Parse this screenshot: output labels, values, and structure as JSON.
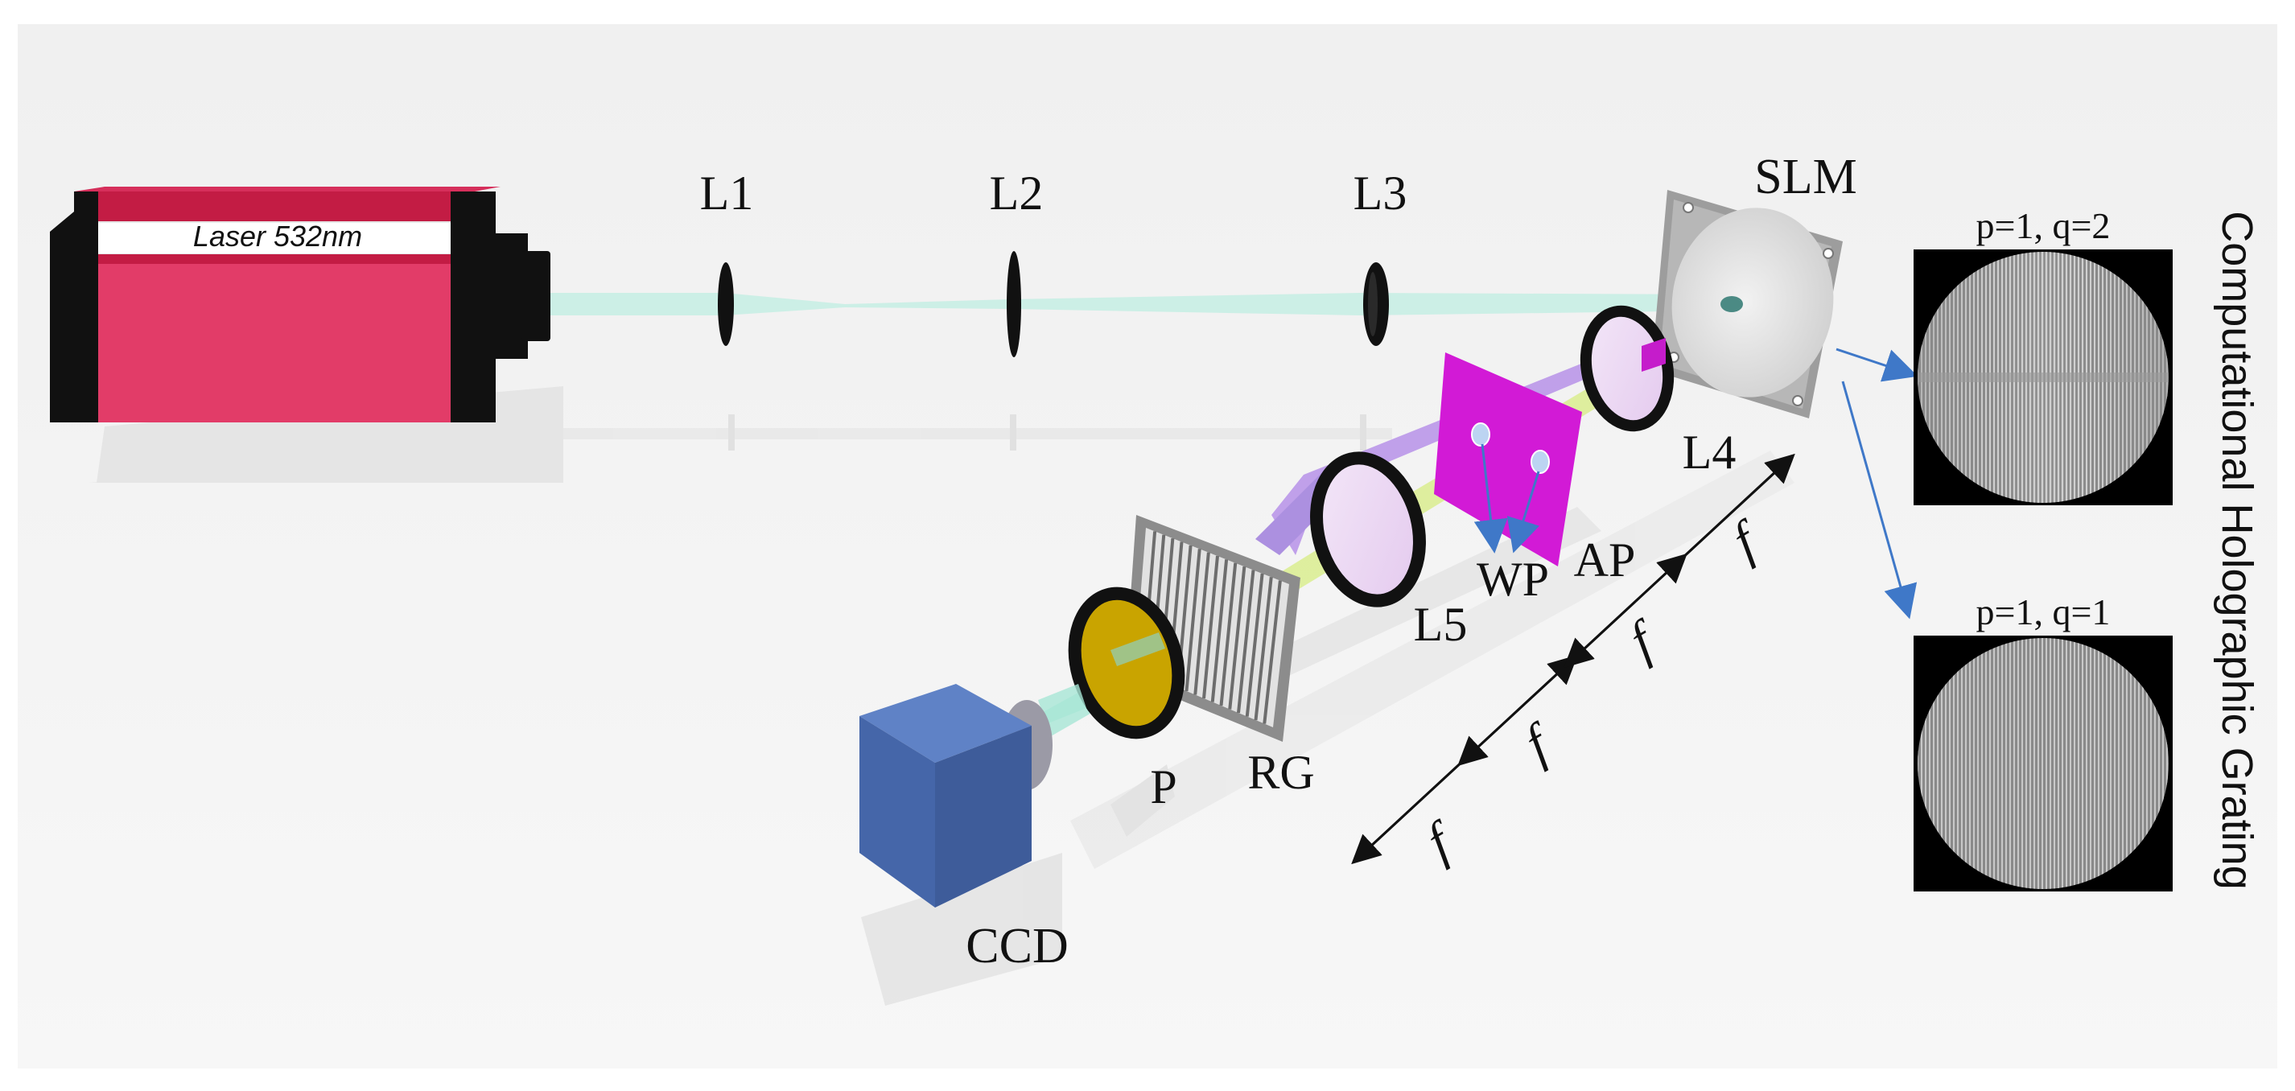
{
  "laser": {
    "label": "Laser 532nm"
  },
  "labels": {
    "l1": "L1",
    "l2": "L2",
    "l3": "L3",
    "l4": "L4",
    "l5": "L5",
    "slm": "SLM",
    "wp": "WP",
    "ap": "AP",
    "p": "P",
    "rg": "RG",
    "ccd": "CCD"
  },
  "focal": [
    "f",
    "f",
    "f",
    "f"
  ],
  "holograms": [
    {
      "caption": "p=1, q=2",
      "p": 1,
      "q": 2
    },
    {
      "caption": "p=1, q=1",
      "p": 1,
      "q": 1
    }
  ],
  "side_title": "Computational Holographic Grating",
  "colors": {
    "laser_body": "#e23c68",
    "laser_top": "#c31c44",
    "beam": "#a6e8d8",
    "aperture_plate": "#d21ad6",
    "ccd": "#4a6db0",
    "polarizer": "#c9a400",
    "arrow": "#3f78c8"
  }
}
